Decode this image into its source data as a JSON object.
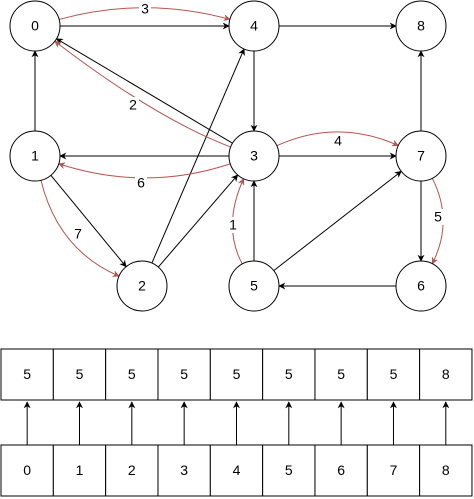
{
  "graph": {
    "nodes": [
      {
        "id": "0",
        "label": "0"
      },
      {
        "id": "4",
        "label": "4"
      },
      {
        "id": "8",
        "label": "8"
      },
      {
        "id": "1",
        "label": "1"
      },
      {
        "id": "3",
        "label": "3"
      },
      {
        "id": "7",
        "label": "7"
      },
      {
        "id": "2",
        "label": "2"
      },
      {
        "id": "5",
        "label": "5"
      },
      {
        "id": "6",
        "label": "6"
      }
    ],
    "black_edges": [
      {
        "from": "0",
        "to": "4"
      },
      {
        "from": "4",
        "to": "8"
      },
      {
        "from": "1",
        "to": "0"
      },
      {
        "from": "3",
        "to": "0"
      },
      {
        "from": "4",
        "to": "3"
      },
      {
        "from": "3",
        "to": "1"
      },
      {
        "from": "1",
        "to": "2"
      },
      {
        "from": "2",
        "to": "4"
      },
      {
        "from": "2",
        "to": "3"
      },
      {
        "from": "3",
        "to": "7"
      },
      {
        "from": "5",
        "to": "3"
      },
      {
        "from": "5",
        "to": "7"
      },
      {
        "from": "7",
        "to": "8"
      },
      {
        "from": "7",
        "to": "6"
      },
      {
        "from": "6",
        "to": "5"
      }
    ],
    "red_edges": [
      {
        "from": "0",
        "to": "4",
        "weight": "3"
      },
      {
        "from": "3",
        "to": "0",
        "weight": "2"
      },
      {
        "from": "3",
        "to": "1",
        "weight": "6"
      },
      {
        "from": "3",
        "to": "7",
        "weight": "4"
      },
      {
        "from": "1",
        "to": "2",
        "weight": "7"
      },
      {
        "from": "5",
        "to": "3",
        "weight": "1"
      },
      {
        "from": "7",
        "to": "6",
        "weight": "5"
      }
    ],
    "colors": {
      "edge": "#000000",
      "highlight_edge": "#b85450"
    }
  },
  "parent_array": {
    "values": [
      "5",
      "5",
      "5",
      "5",
      "5",
      "5",
      "5",
      "5",
      "8"
    ],
    "indices": [
      "0",
      "1",
      "2",
      "3",
      "4",
      "5",
      "6",
      "7",
      "8"
    ]
  }
}
